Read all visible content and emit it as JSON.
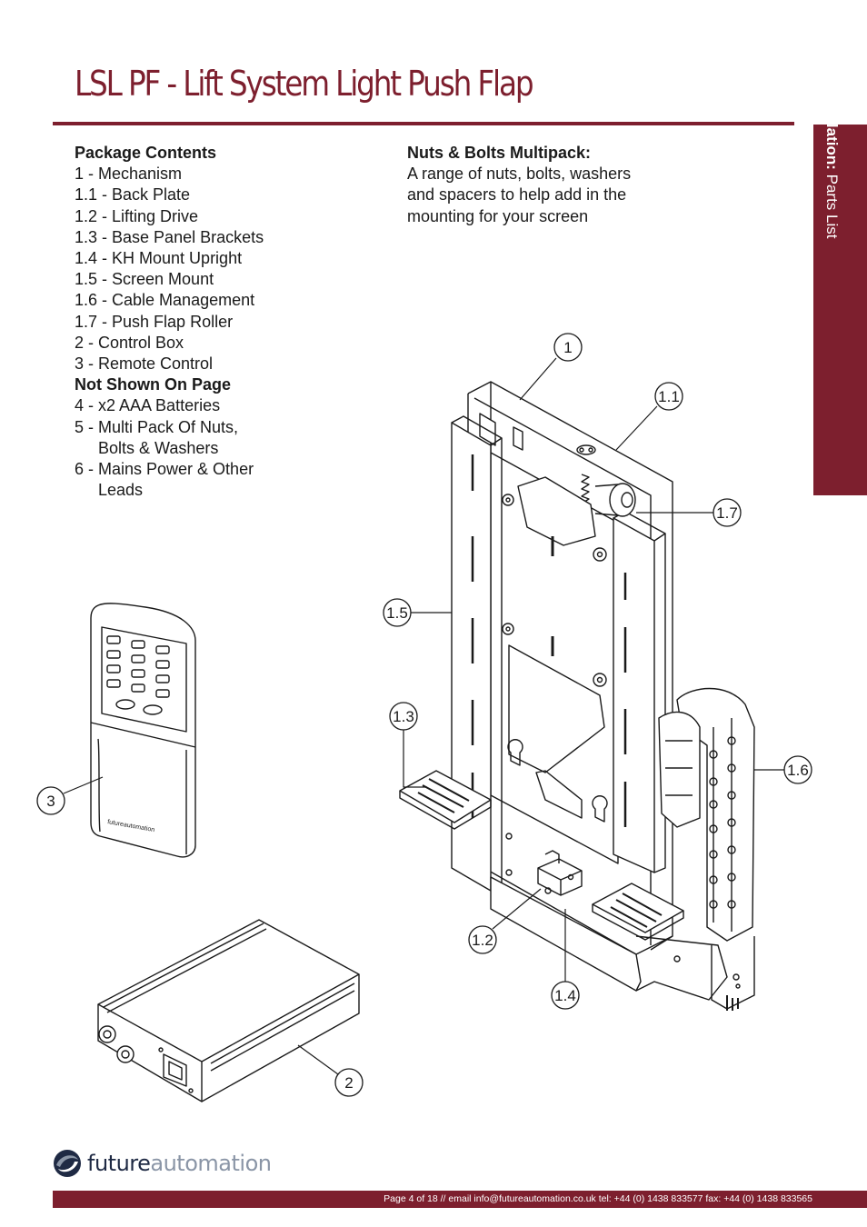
{
  "title": "LSL PF - Lift System Light Push Flap",
  "side_tab": {
    "bold": "Installation:",
    "rest": " Parts List"
  },
  "package": {
    "heading": "Package Contents",
    "items": [
      "1 - Mechanism",
      "1.1 - Back Plate",
      "1.2 - Lifting Drive",
      "1.3 - Base Panel Brackets",
      "1.4 - KH Mount Upright",
      "1.5 - Screen Mount",
      "1.6 - Cable Management",
      "1.7 - Push Flap Roller",
      "2 - Control Box",
      "3 - Remote Control"
    ],
    "not_shown_heading": "Not Shown On Page",
    "not_shown": [
      "4 - x2 AAA Batteries",
      "5 - Multi Pack Of Nuts,",
      "Bolts & Washers",
      "6 - Mains Power & Other",
      "Leads"
    ]
  },
  "nuts": {
    "heading": "Nuts & Bolts Multipack:",
    "lines": [
      "A range of nuts, bolts, washers",
      "and spacers to help add in the",
      "mounting for your screen"
    ]
  },
  "callouts": [
    "1",
    "1.1",
    "1.7",
    "1.5",
    "1.3",
    "1.6",
    "1.2",
    "1.4",
    "3",
    "2"
  ],
  "remote_brand": "futureautomation",
  "logo": {
    "part1": "future",
    "part2": "automation"
  },
  "footer": "Page 4 of 18 // email info@futureautomation.co.uk  tel: +44 (0) 1438 833577  fax: +44 (0) 1438 833565",
  "colors": {
    "brand": "#7d1f2e",
    "logo_dark": "#1f2a44",
    "logo_light": "#8a95a6"
  }
}
